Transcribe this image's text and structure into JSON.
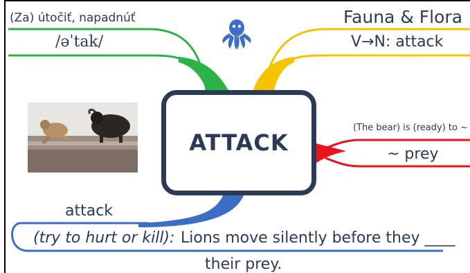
{
  "center": {
    "word": "ATTACK"
  },
  "branches": {
    "top_left": {
      "line1": "(Za) útočiť, napadnúť",
      "line2": "/əˈtak/",
      "color": "#2bb34a"
    },
    "top_right": {
      "line1": "Fauna & Flora",
      "line2": "V→N: attack",
      "color": "#f5c400"
    },
    "right": {
      "line1": "(The bear) is (ready) to ~",
      "line2": "~ prey",
      "color": "#e8131b"
    },
    "bottom": {
      "word": "attack",
      "definition": "(try to hurt or kill):",
      "sentence": "Lions move silently before they ____",
      "sentence_end": "their prey.",
      "color": "#3c6fc4"
    }
  },
  "icons": {
    "logo": "octopus-icon",
    "image": "lion-attacking-buffalo-photo"
  },
  "colors": {
    "box_border": "#2b3a55",
    "text": "#2b3a55"
  }
}
